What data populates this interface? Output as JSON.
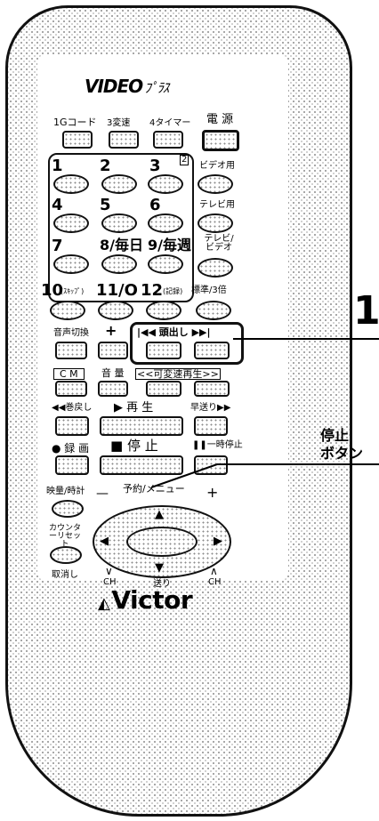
{
  "brand": {
    "logo": "VIDEO",
    "logo_script": "ﾌﾟﾗｽ",
    "maker": "Victor"
  },
  "top_row": {
    "code": "1Gコード",
    "speed": "3変速",
    "timer": "4タイマー",
    "power": "電 源"
  },
  "keypad": {
    "badge": "2",
    "keys": [
      "1",
      "2",
      "3",
      "4",
      "5",
      "6",
      "7",
      "8/毎日",
      "9/毎週",
      "10",
      "11/O",
      "12"
    ],
    "key10_sub": "(ｽｷｯﾌﾟ)",
    "key12_sub": "(記録)"
  },
  "mode": {
    "video": "ビデオ用",
    "tv": "テレビ用",
    "tv_video": "テレビ/ビデオ",
    "std3x": "標準/3倍"
  },
  "controls": {
    "audio": "音声切換",
    "plus": "+",
    "cue": "|◀◀ 頭出し ▶▶|",
    "cm": "C M",
    "volume": "音 量",
    "variable": "<<可変速再生>>",
    "rewind": "◀◀巻戻し",
    "play": "▶ 再 生",
    "ffwd": "早送り▶▶",
    "record": "● 録 画",
    "stop": "■ 停 止",
    "pause": "❚❚一時停止"
  },
  "menu": {
    "display": "映量/時計",
    "minus": "—",
    "title": "予約/メニュー",
    "plus": "+",
    "counter": "カウンターリセット",
    "cancel": "取消し",
    "ch_down": "CH",
    "send": "送り",
    "ch_up": "CH"
  },
  "callouts": {
    "step": "1",
    "stop_line1": "停止",
    "stop_line2": "ボタン"
  }
}
